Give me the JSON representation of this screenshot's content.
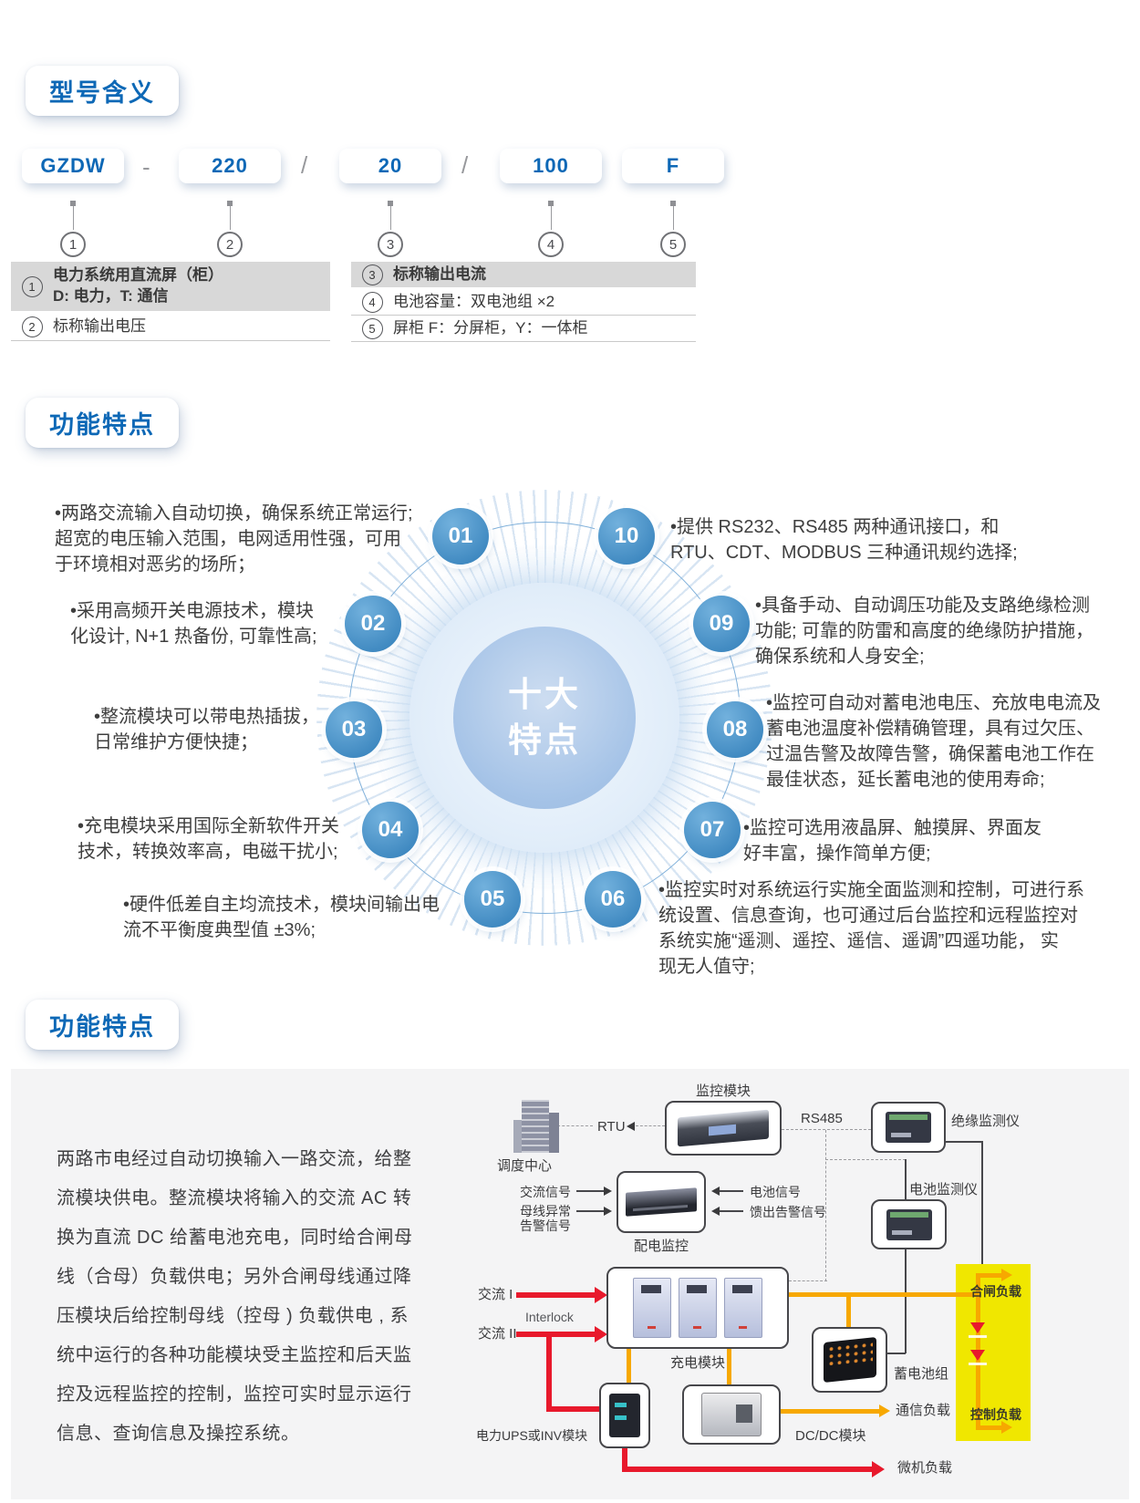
{
  "colors": {
    "heading_blue": "#0d68b6",
    "circle_blue": "#4a90c6",
    "table_gray": "#d8d8d8",
    "panel_gray": "#f4f4f5",
    "bus_orange": "#f7a800",
    "alert_red": "#e8192c",
    "load_panel_yellow": "#f0e700"
  },
  "model_section": {
    "title": "型号含义",
    "code_parts": [
      "GZDW",
      "220",
      "20",
      "100",
      "F"
    ],
    "separators": {
      "dash": "-",
      "slash1": "/",
      "slash2": "/"
    },
    "markers": [
      "1",
      "2",
      "3",
      "4",
      "5"
    ],
    "legend": {
      "left": [
        {
          "num": "1",
          "text": "电力系统用直流屏（柜）\nD: 电力，T: 通信"
        },
        {
          "num": "2",
          "text": "标称输出电压"
        }
      ],
      "right": [
        {
          "num": "3",
          "text": "标称输出电流"
        },
        {
          "num": "4",
          "text": "电池容量：双电池组 ×2"
        },
        {
          "num": "5",
          "text": "屏柜 F：分屏柜，Y：一体柜"
        }
      ]
    }
  },
  "features_section": {
    "title": "功能特点",
    "center_label": "十大\n特点",
    "items": [
      {
        "num": "01",
        "text": "•两路交流输入自动切换，确保系统正常运行;\n超宽的电压输入范围，电网适用性强，可用\n于环境相对恶劣的场所；"
      },
      {
        "num": "02",
        "text": "•采用高频开关电源技术，模块\n化设计, N+1 热备份, 可靠性高;"
      },
      {
        "num": "03",
        "text": "•整流模块可以带电热插拔，\n日常维护方便快捷；"
      },
      {
        "num": "04",
        "text": "•充电模块采用国际全新软件开关\n技术，转换效率高，电磁干扰小;"
      },
      {
        "num": "05",
        "text": "•硬件低差自主均流技术，模块间输出电\n流不平衡度典型值 ±3%;"
      },
      {
        "num": "06",
        "text": "•监控实时对系统运行实施全面监测和控制，可进行系\n统设置、信息查询，也可通过后台监控和远程监控对\n系统实施“遥测、遥控、遥信、遥调”四遥功能， 实\n现无人值守;"
      },
      {
        "num": "07",
        "text": "•监控可选用液晶屏、触摸屏、界面友\n好丰富，操作简单方便;"
      },
      {
        "num": "08",
        "text": "•监控可自动对蓄电池电压、充放电电流及\n蓄电池温度补偿精确管理，具有过欠压、\n过温告警及故障告警，确保蓄电池工作在\n最佳状态，延长蓄电池的使用寿命;"
      },
      {
        "num": "09",
        "text": "•具备手动、自动调压功能及支路绝缘检测\n功能; 可靠的防雷和高度的绝缘防护措施，\n确保系统和人身安全;"
      },
      {
        "num": "10",
        "text": "•提供 RS232、RS485 两种通讯接口，和\nRTU、CDT、MODBUS 三种通讯规约选择;"
      }
    ]
  },
  "system_section": {
    "title": "功能特点",
    "paragraph": "两路市电经过自动切换输入一路交流，给整\n流模块供电。整流模块将输入的交流 AC 转\n换为直流 DC 给蓄电池充电，同时给合闸母\n线（合母）负载供电；另外合闸母线通过降\n压模块后给控制母线（控母 ) 负载供电 , 系\n统中运行的各种功能模块受主监控和后天监\n控及远程监控的控制，监控可实时显示运行\n信息、查询信息及操控系统。",
    "diagram": {
      "monitor_module": "监控模块",
      "dispatch_center": "调度中心",
      "rtu": "RTU",
      "rs485": "RS485",
      "insulation_monitor": "绝缘监测仪",
      "battery_monitor": "电池监测仪",
      "ac_signal": "交流信号",
      "bus_abnormal": "母线异常\n告警信号",
      "battery_signal": "电池信号",
      "feeder_alarm": "馈出告警信号",
      "distribution_monitor": "配电监控",
      "ac1": "交流 I",
      "ac2": "交流 II",
      "interlock": "Interlock",
      "charger_module": "充电模块",
      "battery_pack": "蓄电池组",
      "closing_load": "合闸负载",
      "control_load": "控制负载",
      "comm_load": "通信负载",
      "mcu_load": "微机负载",
      "ups_module": "电力UPS或INV模块",
      "dcdc_module": "DC/DC模块"
    }
  }
}
